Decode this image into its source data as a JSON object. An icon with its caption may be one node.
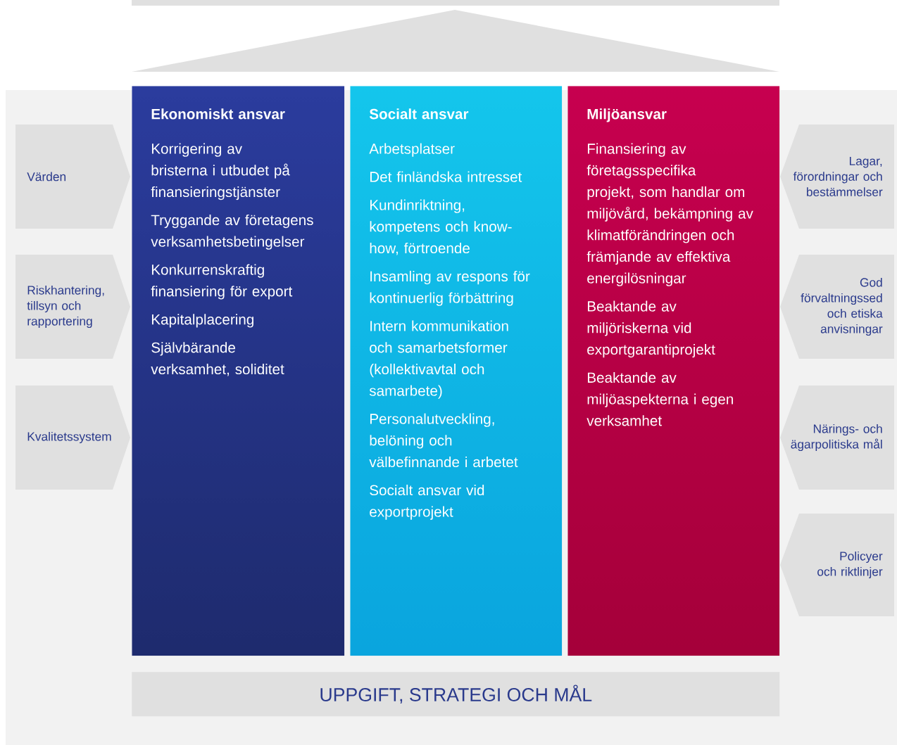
{
  "diagram": {
    "nodes": [
      {
        "text": [
          "Värden"
        ]
      },
      {
        "text": [
          "Riskhantering, tillsyn och rapportering"
        ]
      },
      {
        "text": [
          "Kvalitetssystem"
        ]
      },
      {
        "text": [
          "Ekonomiskt ansvar",
          "Korrigering av bristerna i utbudet på finansieringstjänster",
          "Tryggande av företagens verksamhetsbetingelser",
          "Konkurrenskraftig finansiering för export",
          "Kapitalplacering",
          "Självbärande verksamhet, soliditet"
        ]
      },
      {
        "text": [
          "Socialt ansvar",
          "Arbetsplatser",
          "Det finländska intresset",
          "Kundinriktning, kompetens och know-how, förtroende",
          "Insamling av respons för kontinuerlig förbättring",
          "Intern kommunikation och samarbetsformer (kollektivavtal och samarbete)",
          "Personalutveckling, belöning och välbefinnande i arbetet",
          "Socialt ansvar vid exportprojekt"
        ]
      },
      {
        "text": [
          "Miljöansvar",
          "Finansiering av företagsspecifika projekt, som handlar om miljövård, bekämpning av klimatförändringen och främjande av effektiva energilösningar",
          "Beaktande av miljöriskerna vid exportgarantiprojekt",
          "Beaktande av miljöaspekterna i egen verksamhet"
        ]
      },
      {
        "text": [
          "Lagar, förordningar och bestämmelser"
        ]
      },
      {
        "text": [
          "God förvaltningssed och etiska anvisningar"
        ]
      },
      {
        "text": [
          "Närings- och ägarpolitiska mål"
        ]
      },
      {
        "text": [
          "Policyer och riktlinjer"
        ]
      },
      {
        "text": [
          "UPPGIFT, STRATEGI OCH MÅL"
        ]
      }
    ]
  }
}
